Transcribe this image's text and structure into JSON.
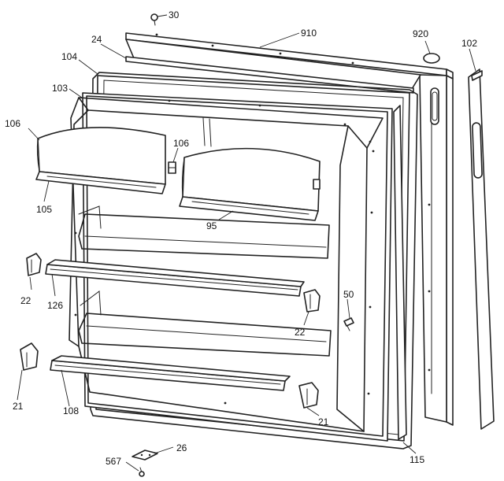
{
  "parts": {
    "p30": "30",
    "p910": "910",
    "p920": "920",
    "p102": "102",
    "p24": "24",
    "p104": "104",
    "p103": "103",
    "p106a": "106",
    "p106b": "106",
    "p105": "105",
    "p95": "95",
    "p22a": "22",
    "p126": "126",
    "p50": "50",
    "p22b": "22",
    "p21a": "21",
    "p108": "108",
    "p21b": "21",
    "p26": "26",
    "p567": "567",
    "p115": "115"
  }
}
